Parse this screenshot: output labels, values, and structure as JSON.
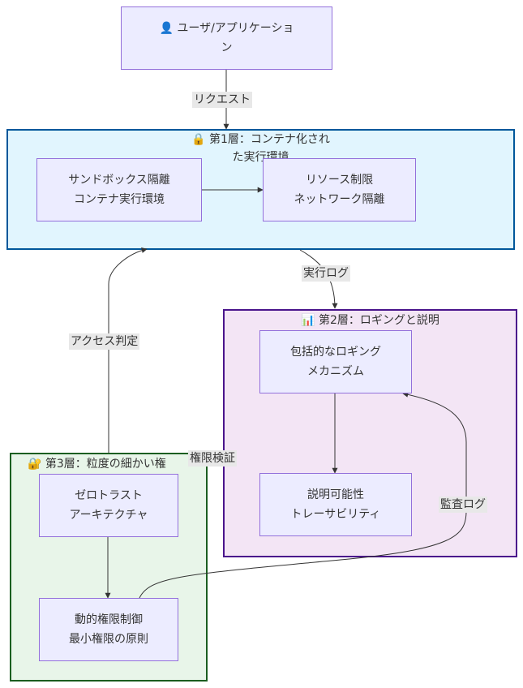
{
  "nodes": {
    "user": {
      "icon": "👤",
      "line1": "ユーザ/アプリケーショ",
      "line2": "ン"
    },
    "sandbox": {
      "line1": "サンドボックス隔離",
      "line2": "コンテナ実行環境"
    },
    "resource": {
      "line1": "リソース制限",
      "line2": "ネットワーク隔離"
    },
    "logging": {
      "line1": "包括的なロギング",
      "line2": "メカニズム"
    },
    "explain": {
      "line1": "説明可能性",
      "line2": "トレーサビリティ"
    },
    "zerotrust": {
      "line1": "ゼロトラスト",
      "line2": "アーキテクチャ"
    },
    "dynamic": {
      "line1": "動的権限制御",
      "line2": "最小権限の原則"
    }
  },
  "layers": {
    "layer1": {
      "icon": "🔒",
      "title_line1": "第1層：コンテナ化され",
      "title_line2": "た実行環境"
    },
    "layer2": {
      "icon": "📊",
      "title": "第2層：ロギングと説明"
    },
    "layer3": {
      "icon": "🔐",
      "title": "第3層：粒度の細かい権"
    }
  },
  "edges": {
    "request": "リクエスト",
    "exec_log": "実行ログ",
    "access_decision": "アクセス判定",
    "permission_check": "権限検証",
    "audit_log": "監査ログ"
  },
  "colors": {
    "node_fill": "#ececff",
    "node_border": "#9370db",
    "layer1_fill": "#e1f5fe",
    "layer1_border": "#01579b",
    "layer2_fill": "#f3e5f5",
    "layer2_border": "#4a148c",
    "layer3_fill": "#e8f5e9",
    "layer3_border": "#1b5e20",
    "edge": "#333333",
    "label_bg": "#e8e8e8"
  }
}
